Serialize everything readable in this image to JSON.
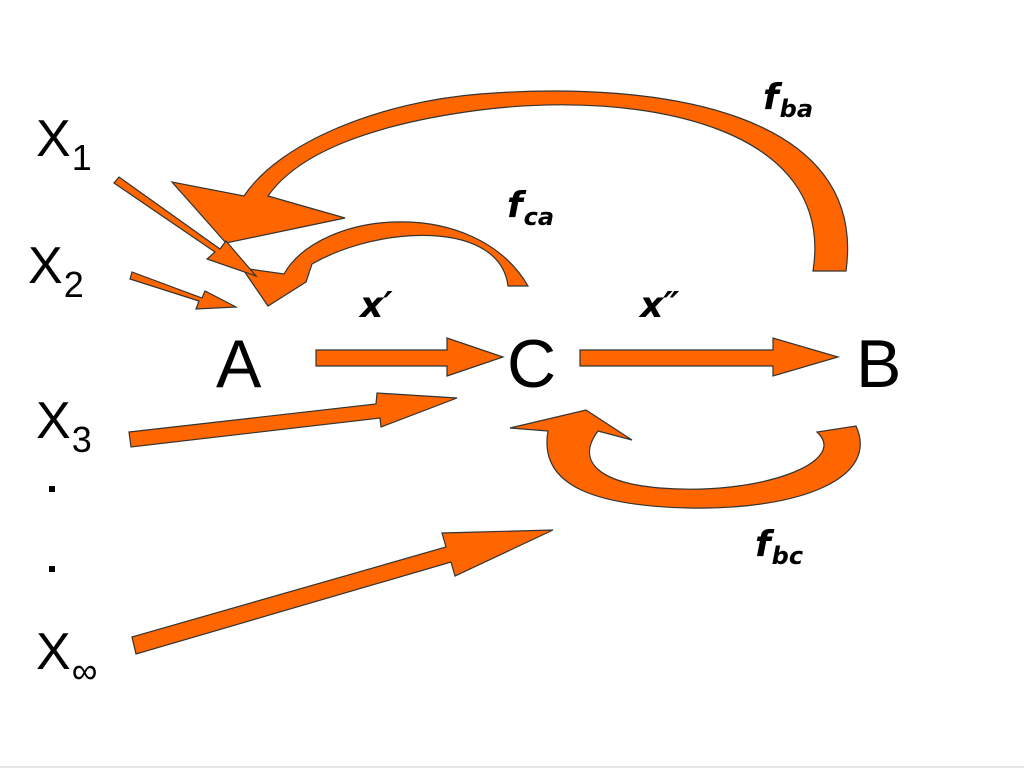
{
  "nodes": {
    "a": "A",
    "b": "B",
    "c": "C"
  },
  "inputs": [
    {
      "base": "X",
      "sub": "1"
    },
    {
      "base": "X",
      "sub": "2"
    },
    {
      "base": "X",
      "sub": "3"
    },
    {
      "base": "X",
      "sub": "∞"
    }
  ],
  "ellipsis": ".",
  "flows": {
    "a_to_c": "x′",
    "c_to_b": "x″"
  },
  "feedbacks": {
    "ba": {
      "base": "f",
      "sub": "ba"
    },
    "ca": {
      "base": "f",
      "sub": "ca"
    },
    "bc": {
      "base": "f",
      "sub": "bc"
    }
  },
  "colors": {
    "arrow_fill": "#ff6600",
    "arrow_stroke": "#333333",
    "text": "#000000"
  }
}
